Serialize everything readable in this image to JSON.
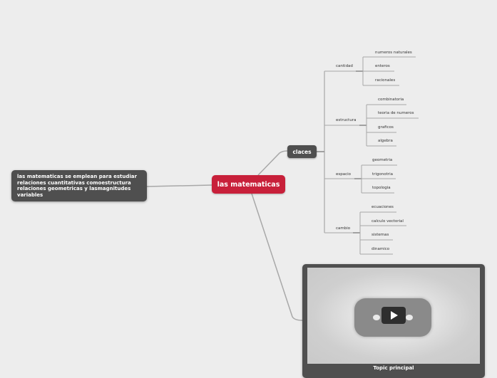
{
  "mindmap": {
    "central_topic": "las matematicas",
    "description": "las matematicas se emplean para estudiar relaciones cuantitativas comoestructura relaciones geometricas y lasmagnitudes variables",
    "main_branch": {
      "label": "claces",
      "subtopics": [
        {
          "label": "cantidad",
          "children": [
            "numeros naturales",
            "enteros",
            "racionales"
          ]
        },
        {
          "label": "estructura",
          "children": [
            "combinatoria",
            "teoria de numeros",
            "graficos",
            "algebra"
          ]
        },
        {
          "label": "espacio",
          "children": [
            "geometria",
            "trigonotria",
            "topologia"
          ]
        },
        {
          "label": "cambio",
          "children": [
            "ecuaciones",
            "calculo vectorial",
            "sistemas",
            "dinamico"
          ]
        }
      ]
    },
    "video_topic": {
      "caption": "Topic principal",
      "icon": "play-icon"
    }
  },
  "colors": {
    "background": "#ededed",
    "central": "#c8203a",
    "dark_node": "#4f4f4f",
    "line": "#a8a8a8"
  }
}
